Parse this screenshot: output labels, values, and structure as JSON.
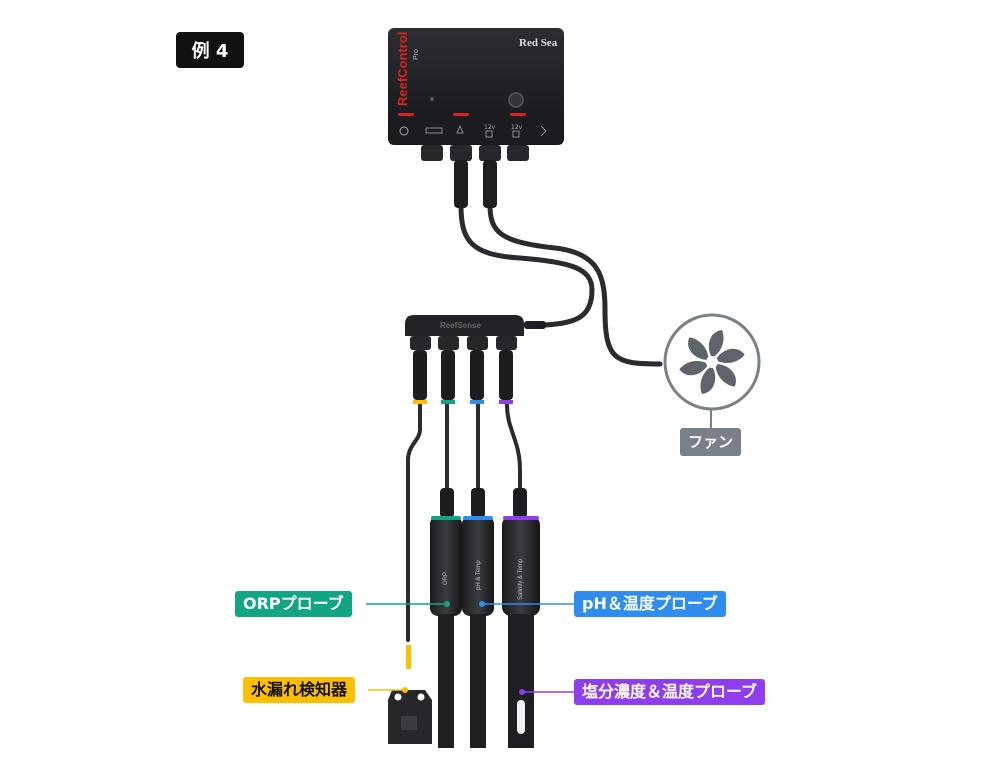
{
  "example_label": "例 4",
  "controller": {
    "brand": "Red Sea",
    "product": "ReefControl",
    "edition": "Pro",
    "port_12v": "12v"
  },
  "hub_label": "ReefSense",
  "callouts": {
    "orp": "ORPプローブ",
    "ph_temp": "pH＆温度プローブ",
    "salinity_temp": "塩分濃度＆温度プローブ",
    "leak": "水漏れ検知器",
    "fan": "ファン"
  },
  "probe_labels": {
    "orp": "ORP",
    "ph": "pH & Temp",
    "salinity": "Salinity & Temp"
  },
  "colors": {
    "orp": "#12a583",
    "ph": "#2f8df0",
    "salinity": "#8f3ded",
    "leak": "#ffbf00",
    "fan": "#7a8088",
    "controller_accent": "#e02020"
  }
}
